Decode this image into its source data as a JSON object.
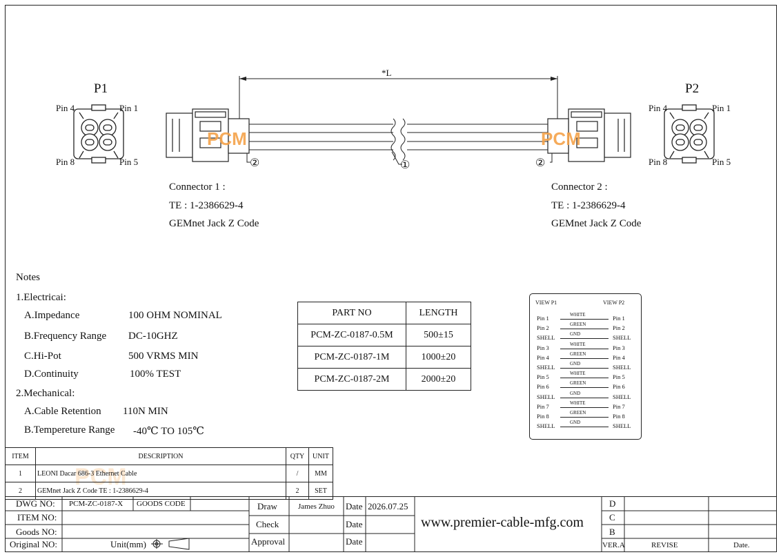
{
  "drawing": {
    "p1_label": "P1",
    "p2_label": "P2",
    "length_label": "*L",
    "pin4": "Pin 4",
    "pin1": "Pin 1",
    "pin8": "Pin 8",
    "pin5": "Pin 5",
    "callout_cable": "①",
    "callout_connector": "②",
    "watermark": "PCM"
  },
  "connector1": {
    "title": "Connector 1 :",
    "part": "TE : 1-2386629-4",
    "desc": "GEMnet Jack Z Code"
  },
  "connector2": {
    "title": "Connector 2 :",
    "part": "TE : 1-2386629-4",
    "desc": "GEMnet Jack Z Code"
  },
  "notes": {
    "heading": "Notes",
    "electrical": "1.Electricai:",
    "mechanical": "2.Mechanical:",
    "rows": [
      {
        "label": "A.Impedance",
        "value": "100 OHM NOMINAL"
      },
      {
        "label": "B.Frequency Range",
        "value": "DC-10GHZ"
      },
      {
        "label": "C.Hi-Pot",
        "value": "500 VRMS MIN"
      },
      {
        "label": "D.Continuity",
        "value": "100% TEST"
      },
      {
        "label": "A.Cable Retention",
        "value": "110N MIN"
      },
      {
        "label": "B.Tempereture Range",
        "value": "-40℃ TO 105℃"
      }
    ]
  },
  "parts_table": {
    "headers": [
      "PART NO",
      "LENGTH"
    ],
    "rows": [
      [
        "PCM-ZC-0187-0.5M",
        "500±15"
      ],
      [
        "PCM-ZC-0187-1M",
        "1000±20"
      ],
      [
        "PCM-ZC-0187-2M",
        "2000±20"
      ]
    ]
  },
  "wiring": {
    "view_p1": "VIEW P1",
    "view_p2": "VIEW P2",
    "rows": [
      {
        "left": "Pin 1",
        "wire": "WHITE",
        "right": "Pin 1"
      },
      {
        "left": "Pin 2",
        "wire": "GREEN",
        "right": "Pin 2"
      },
      {
        "left": "SHELL",
        "wire": "GND",
        "right": "SHELL"
      },
      {
        "left": "Pin 3",
        "wire": "WHITE",
        "right": "Pin 3"
      },
      {
        "left": "Pin 4",
        "wire": "GREEN",
        "right": "Pin 4"
      },
      {
        "left": "SHELL",
        "wire": "GND",
        "right": "SHELL"
      },
      {
        "left": "Pin 5",
        "wire": "WHITE",
        "right": "Pin 5"
      },
      {
        "left": "Pin 6",
        "wire": "GREEN",
        "right": "Pin 6"
      },
      {
        "left": "SHELL",
        "wire": "GND",
        "right": "SHELL"
      },
      {
        "left": "Pin 7",
        "wire": "WHITE",
        "right": "Pin 7"
      },
      {
        "left": "Pin 8",
        "wire": "GREEN",
        "right": "Pin 8"
      },
      {
        "left": "SHELL",
        "wire": "GND",
        "right": "SHELL"
      }
    ]
  },
  "bom": {
    "headers": [
      "ITEM",
      "DESCRIPTION",
      "QTY",
      "UNIT"
    ],
    "rows": [
      [
        "1",
        "LEONI Dacar 686-3 Ethernet Cable",
        "/",
        "MM"
      ],
      [
        "2",
        "GEMnet Jack Z Code TE : 1-2386629-4",
        "2",
        "SET"
      ]
    ]
  },
  "title_block": {
    "dwg_label": "DWG NO:",
    "dwg_value": "PCM-ZC-0187-X",
    "goods_code": "GOODS CODE",
    "item_no": "ITEM NO:",
    "goods_no": "Goods NO:",
    "original_no": "Original NO:",
    "unit": "Unit(mm)",
    "draw": "Draw",
    "drawer": "James Zhuo",
    "check": "Check",
    "approval": "Approval",
    "date": "Date",
    "date_value": "2026.07.25",
    "website": "www.premier-cable-mfg.com",
    "rev_d": "D",
    "rev_c": "C",
    "rev_b": "B",
    "ver": "VER.A",
    "revise": "REVISE",
    "date_col": "Date."
  },
  "colors": {
    "watermark": "#f5a34a",
    "line": "#222222"
  }
}
